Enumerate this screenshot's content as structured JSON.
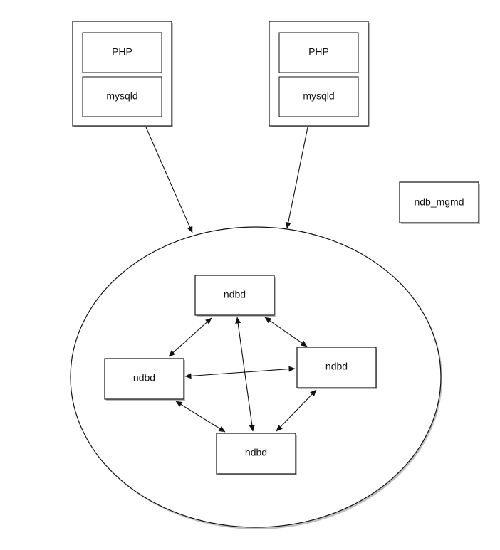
{
  "servers": [
    {
      "top_label": "PHP",
      "bottom_label": "mysqld"
    },
    {
      "top_label": "PHP",
      "bottom_label": "mysqld"
    }
  ],
  "management_node": {
    "label": "ndb_mgmd"
  },
  "data_nodes": [
    {
      "label": "ndbd"
    },
    {
      "label": "ndbd"
    },
    {
      "label": "ndbd"
    },
    {
      "label": "ndbd"
    }
  ],
  "colors": {
    "stroke": "#111111",
    "background": "#ffffff",
    "shadow": "#8a8a8a"
  }
}
